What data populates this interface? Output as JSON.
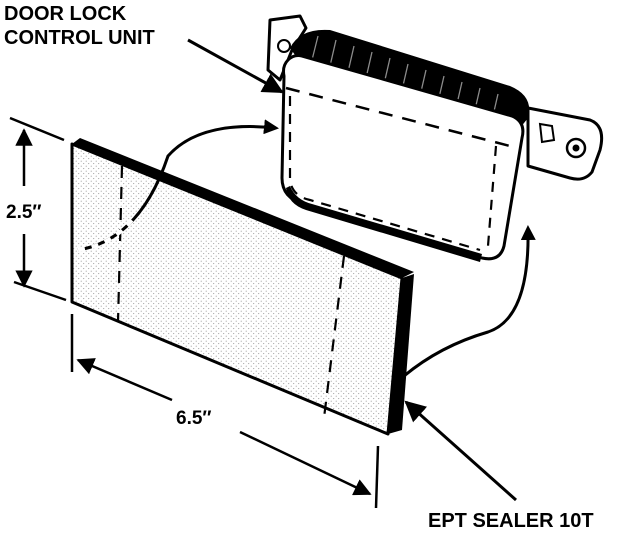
{
  "labels": {
    "control_unit_line1": "DOOR LOCK",
    "control_unit_line2": "CONTROL UNIT",
    "height_dim": "2.5″",
    "width_dim": "6.5″",
    "sealer": "EPT SEALER 10T"
  },
  "colors": {
    "ink": "#000000",
    "paper": "#ffffff",
    "stipple": "#b8b8b8"
  }
}
